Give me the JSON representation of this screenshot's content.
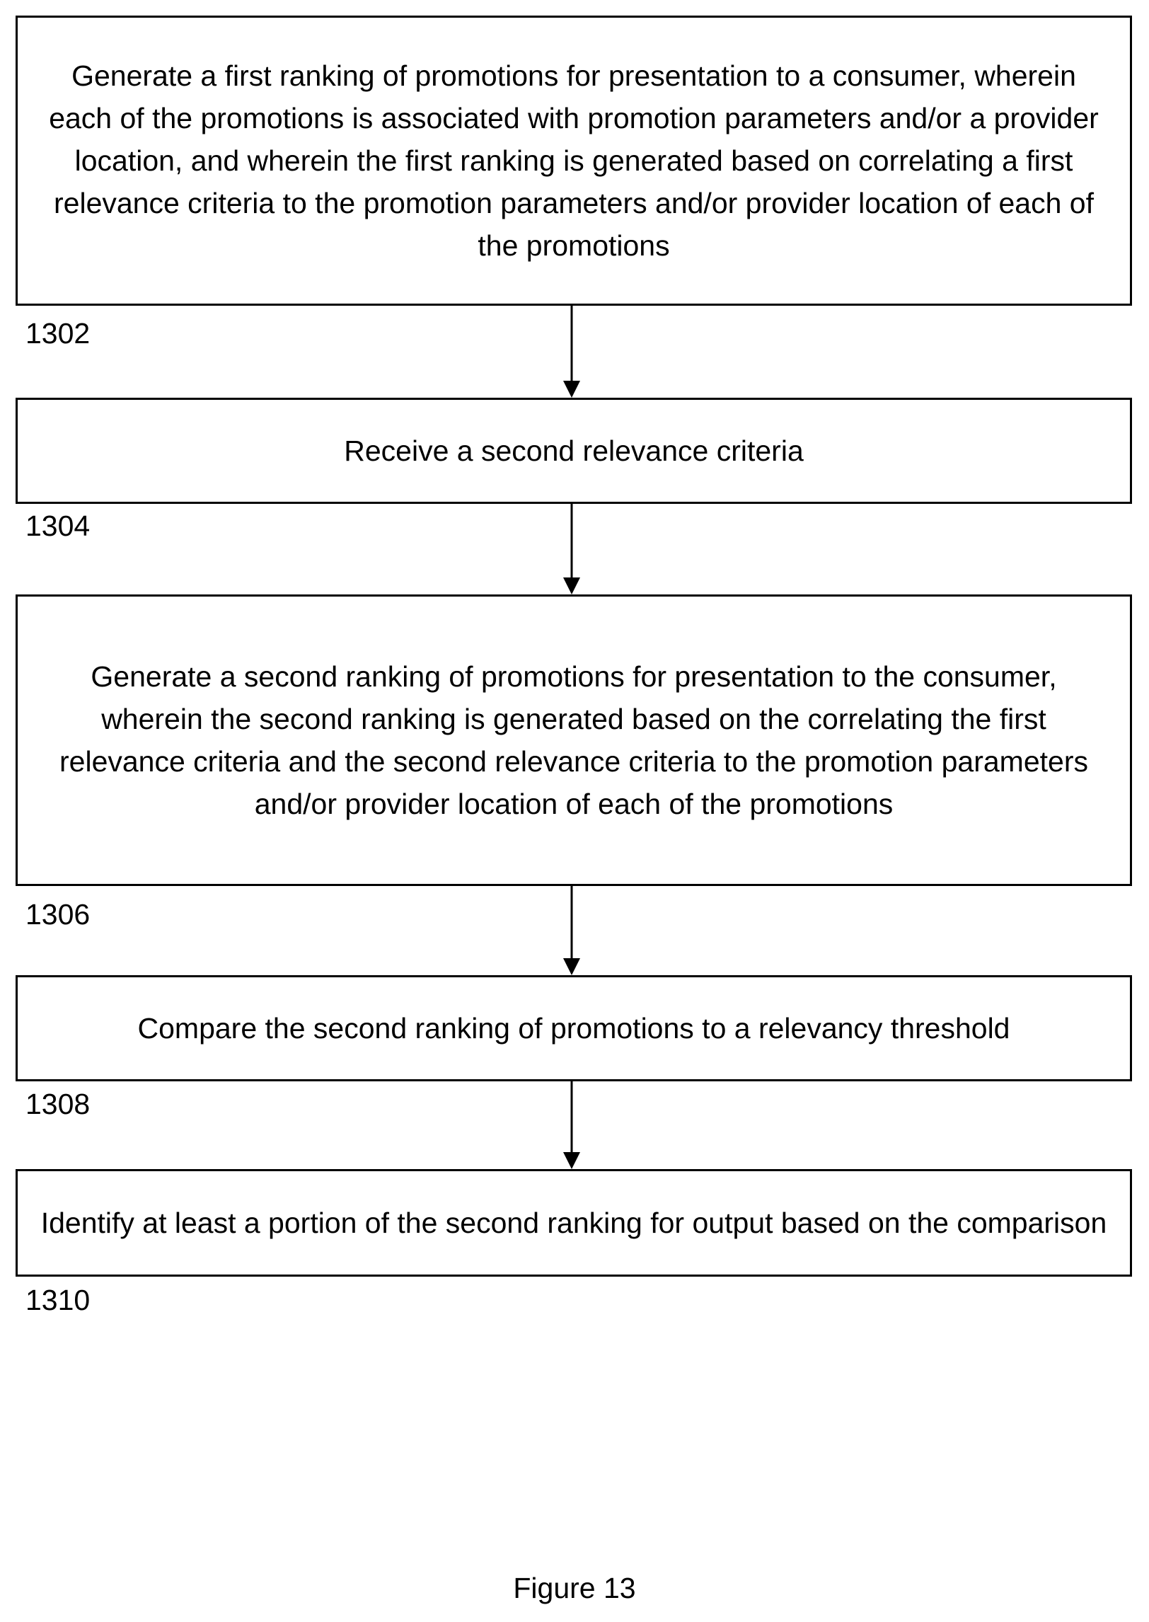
{
  "figure": {
    "caption": "Figure 13"
  },
  "steps": [
    {
      "ref": "1302",
      "text": "Generate a first ranking of promotions for presentation to a consumer, wherein each of the promotions is associated with promotion parameters and/or a provider location, and wherein the first ranking is generated based on correlating a first relevance criteria to the promotion parameters and/or provider location of each of the promotions"
    },
    {
      "ref": "1304",
      "text": "Receive a second relevance criteria"
    },
    {
      "ref": "1306",
      "text": "Generate a second ranking of promotions for presentation to the consumer, wherein the second ranking is generated based on the correlating the first relevance criteria and the second relevance criteria to the promotion parameters and/or provider location of each of the promotions"
    },
    {
      "ref": "1308",
      "text": "Compare the second ranking of promotions to a relevancy threshold"
    },
    {
      "ref": "1310",
      "text": "Identify at least a portion of the second ranking for output based on the comparison"
    }
  ]
}
